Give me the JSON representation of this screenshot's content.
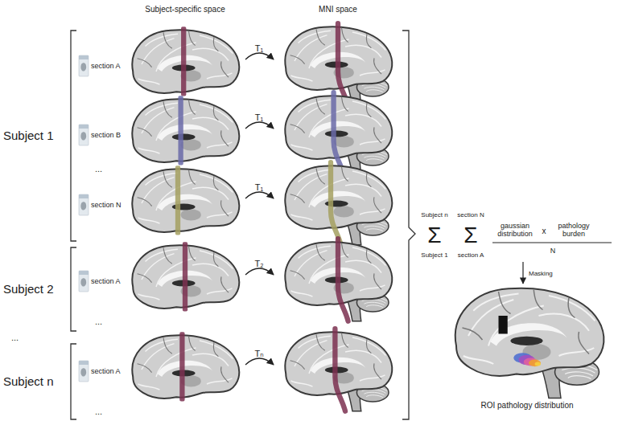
{
  "diagram": {
    "labels": [
      "Subject-specific space",
      "MNI space",
      "section A",
      "T₁",
      "Subject 1",
      "section B",
      "T₁",
      "...",
      "section N",
      "T₁",
      "Subject 2",
      "section A",
      "T₂",
      "...",
      "...",
      "Subject n",
      "section A",
      "Tₙ",
      "...",
      "Subject n",
      "section N",
      "Σ",
      "Σ",
      "gaussian distribution",
      "x",
      "pathology burden",
      "N",
      "Subject 1",
      "section A",
      "Masking",
      "ROI pathology distribution"
    ]
  }
}
